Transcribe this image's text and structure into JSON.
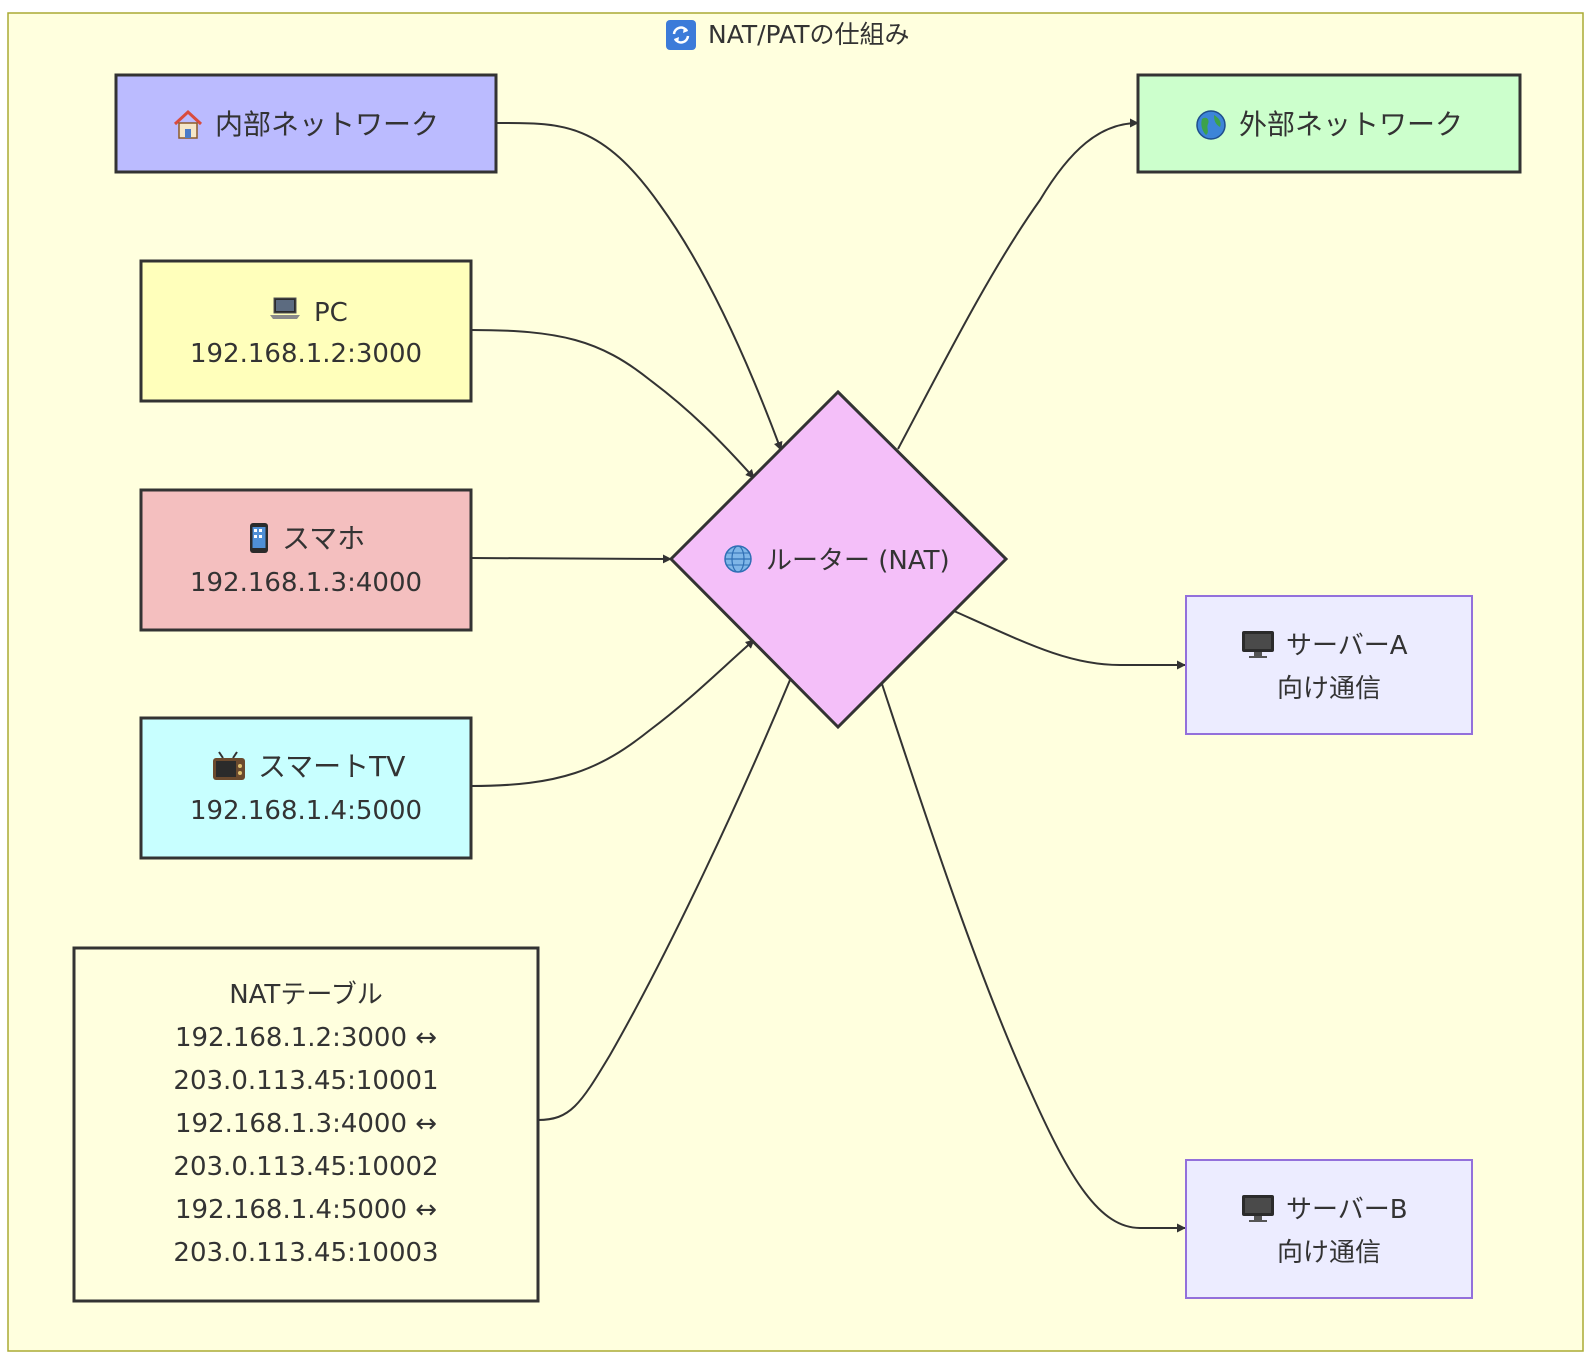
{
  "title": {
    "icon": "refresh-arrows-icon",
    "text": "NAT/PATの仕組み"
  },
  "colors": {
    "cluster_fill": "#FFFFDE",
    "cluster_stroke": "#AAAA33",
    "internal": "#BBBBFF",
    "external": "#CCFFCC",
    "pc": "#FFFFBB",
    "phone": "#F4BFBF",
    "tv": "#C8FFFF",
    "router": "#F4BFF9",
    "server": "#ECECFF",
    "server_stroke": "#9370DB",
    "stroke": "#333333"
  },
  "nodes": {
    "internal": {
      "icon": "house-icon",
      "label": "内部ネットワーク"
    },
    "external": {
      "icon": "globe-icon",
      "label": "外部ネットワーク"
    },
    "pc": {
      "icon": "laptop-icon",
      "label": "PC",
      "address": "192.168.1.2:3000"
    },
    "phone": {
      "icon": "smartphone-icon",
      "label": "スマホ",
      "address": "192.168.1.3:4000"
    },
    "tv": {
      "icon": "tv-icon",
      "label": "スマートTV",
      "address": "192.168.1.4:5000"
    },
    "router": {
      "icon": "network-globe-icon",
      "label": "ルーター (NAT)"
    },
    "server_a": {
      "icon": "monitor-icon",
      "label": "サーバーA",
      "sublabel": "向け通信"
    },
    "server_b": {
      "icon": "monitor-icon",
      "label": "サーバーB",
      "sublabel": "向け通信"
    },
    "nat_table": {
      "title": "NATテーブル",
      "lines": [
        "192.168.1.2:3000 ↔",
        "203.0.113.45:10001",
        "192.168.1.3:4000 ↔",
        "203.0.113.45:10002",
        "192.168.1.4:5000 ↔",
        "203.0.113.45:10003"
      ]
    }
  },
  "edges": [
    {
      "from": "internal",
      "to": "router"
    },
    {
      "from": "pc",
      "to": "router"
    },
    {
      "from": "phone",
      "to": "router"
    },
    {
      "from": "tv",
      "to": "router"
    },
    {
      "from": "router",
      "to": "external"
    },
    {
      "from": "router",
      "to": "server_a"
    },
    {
      "from": "router",
      "to": "server_b"
    },
    {
      "from": "nat_table",
      "to": "router"
    }
  ]
}
